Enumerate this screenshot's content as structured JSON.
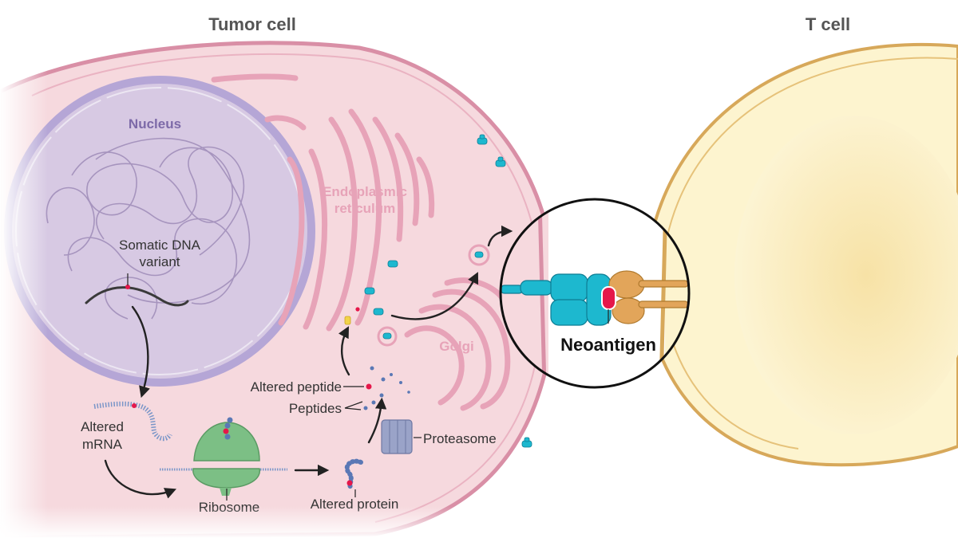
{
  "titles": {
    "tumor_cell": "Tumor cell",
    "t_cell": "T cell"
  },
  "labels": {
    "nucleus": "Nucleus",
    "er_line1": "Endoplasmic",
    "er_line2": "reticulum",
    "golgi": "Golgi",
    "dna_line1": "Somatic DNA",
    "dna_line2": "variant",
    "mrna_line1": "Altered",
    "mrna_line2": "mRNA",
    "ribosome": "Ribosome",
    "altered_protein": "Altered protein",
    "proteasome": "Proteasome",
    "altered_peptide": "Altered peptide",
    "peptides": "Peptides",
    "neoantigen": "Neoantigen"
  },
  "colors": {
    "tumor_fill": "#f6d9de",
    "tumor_membrane": "#d98fa6",
    "nucleus_fill": "#d7c9e3",
    "nucleus_membrane": "#b5a6d6",
    "er_golgi": "#e7a3b8",
    "tcell_fill": "#fbf0c4",
    "tcell_membrane": "#d7a85a",
    "mhc": "#1db8cf",
    "tcr": "#e2a55a",
    "neoantigen": "#e5174a",
    "ribosome": "#7cbf85",
    "proteasome": "#9aa3c8"
  }
}
